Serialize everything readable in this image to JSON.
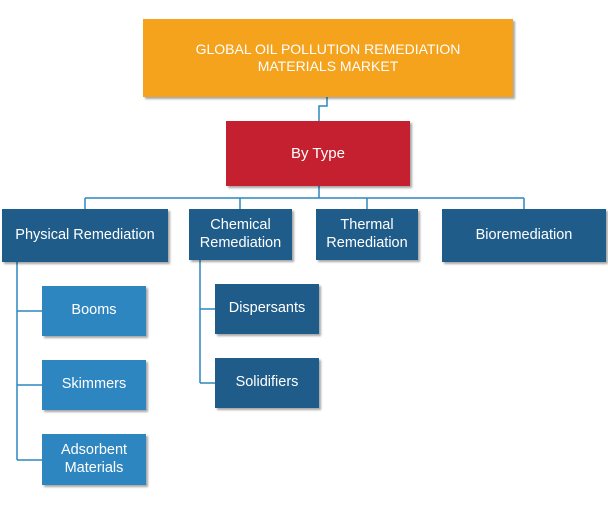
{
  "root": {
    "label": "GLOBAL OIL POLLUTION REMEDIATION MATERIALS MARKET"
  },
  "segment": {
    "label": "By Type"
  },
  "categories": [
    {
      "label": "Physical Remediation"
    },
    {
      "label": "Chemical Remediation"
    },
    {
      "label": "Thermal Remediation"
    },
    {
      "label": "Bioremediation"
    }
  ],
  "physical_children": [
    {
      "label": "Booms"
    },
    {
      "label": "Skimmers"
    },
    {
      "label": "Adsorbent Materials"
    }
  ],
  "chemical_children": [
    {
      "label": "Dispersants"
    },
    {
      "label": "Solidifiers"
    }
  ],
  "colors": {
    "root": "#f5a21c",
    "segment": "#c42030",
    "category": "#1f5c8a",
    "subitem": "#2e86c1",
    "connector": "#2e86c1"
  }
}
